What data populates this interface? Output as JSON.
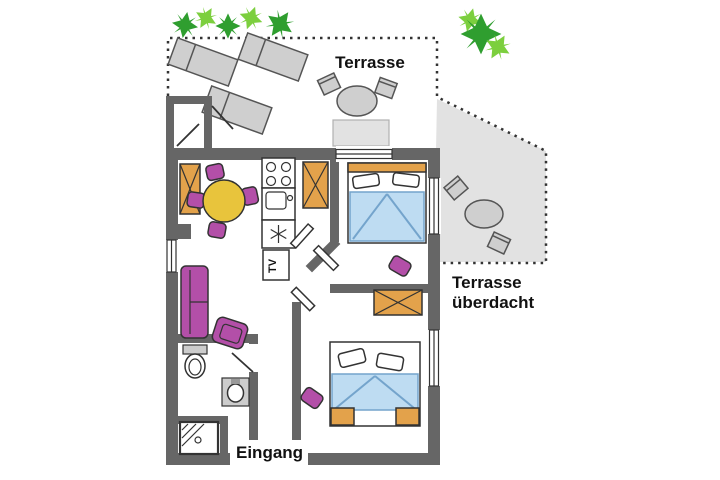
{
  "labels": {
    "terrace": "Terrasse",
    "covered_terrace_line1": "Terrasse",
    "covered_terrace_line2": "überdacht",
    "entrance": "Eingang",
    "tv": "TV"
  },
  "colors": {
    "wall": "#666666",
    "outline": "#333333",
    "furniture_purple": "#b34fa8",
    "wood_orange": "#e3a24b",
    "table_yellow": "#e8c43c",
    "bed_blue": "#bedcf2",
    "bed_line": "#74a4cc",
    "terrace_gray": "#e2e2e2",
    "object_gray": "#cfcfcf",
    "fixture_gray": "#cccccc",
    "plant_dark": "#2f9e2f",
    "plant_light": "#7ccf3e",
    "text": "#111111"
  }
}
